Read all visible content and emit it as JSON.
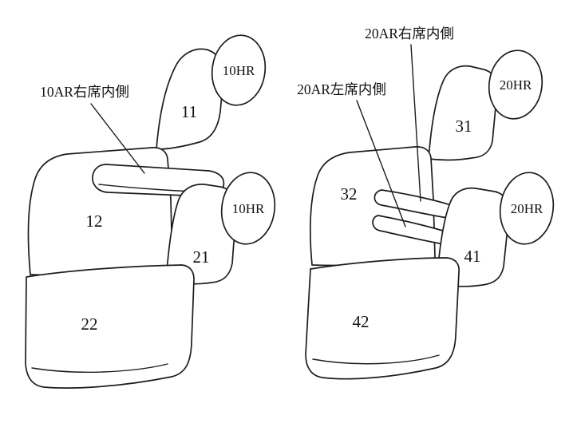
{
  "diagram_title": "seat-cover-part-diagram",
  "colors": {
    "line": "#1c1c1c",
    "background": "#ffffff"
  },
  "labels": {
    "left": {
      "callout_armrest": "10AR右席内側",
      "headrest_top": "10HR",
      "back_top": "11",
      "back_left": "12",
      "back_right": "21",
      "headrest_mid": "10HR",
      "cushion": "22"
    },
    "right": {
      "callout_armrest_right": "20AR右席内側",
      "callout_armrest_left": "20AR左席内側",
      "headrest_top": "20HR",
      "back_top": "31",
      "back_left": "32",
      "back_right": "41",
      "headrest_mid": "20HR",
      "cushion": "42"
    }
  }
}
